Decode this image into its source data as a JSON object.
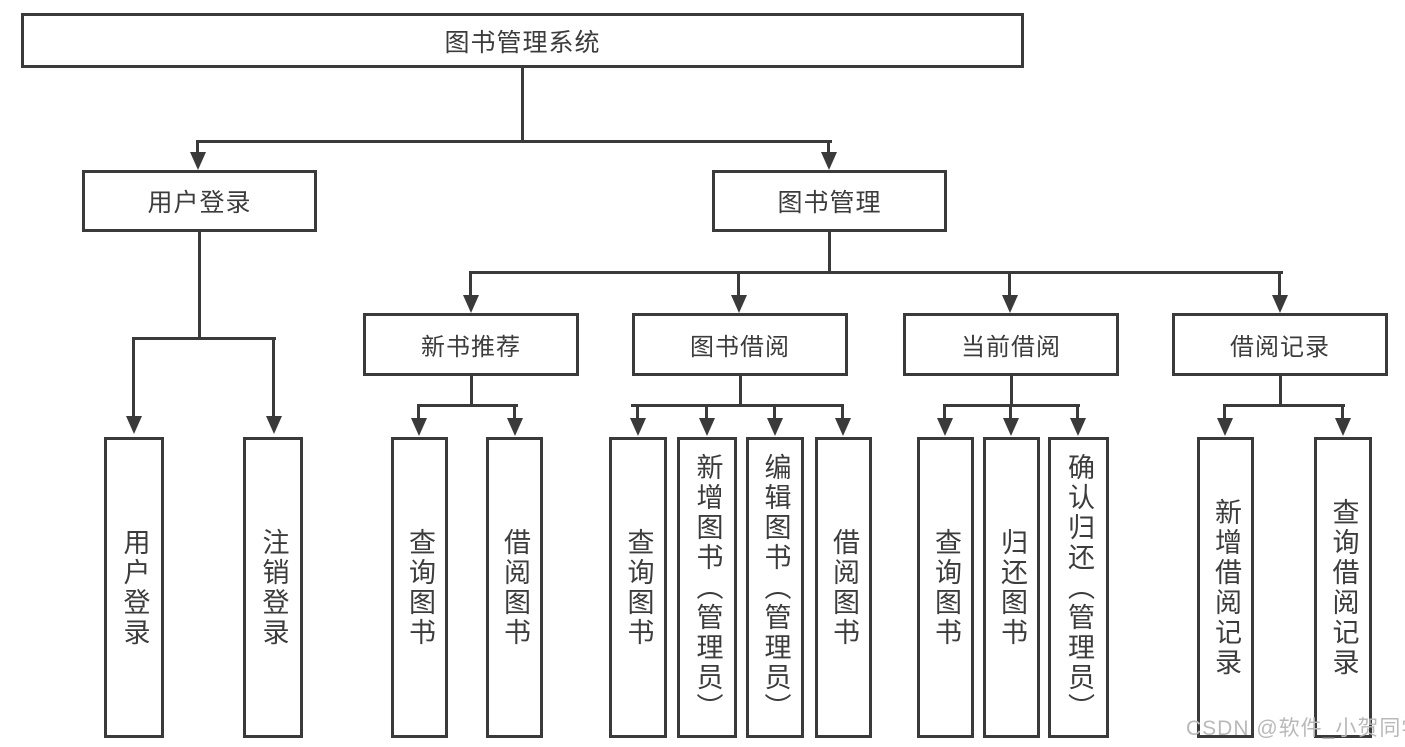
{
  "diagram": {
    "type": "tree",
    "title": "图书管理系统",
    "nodes": {
      "root": "图书管理系统",
      "level2": {
        "user_login": "用户登录",
        "book_management": "图书管理"
      },
      "level3": {
        "new_book_recommend": "新书推荐",
        "book_borrowing": "图书借阅",
        "current_borrowing": "当前借阅",
        "borrowing_records": "借阅记录"
      },
      "leaves": {
        "user_login": "用户登录",
        "logout": "注销登录",
        "recommend_query_books": "查询图书",
        "recommend_borrow_books": "借阅图书",
        "borrowing_query_books": "查询图书",
        "borrowing_add_books": "新增图书（管理员）",
        "borrowing_edit_books": "编辑图书（管理员）",
        "borrowing_borrow_books": "借阅图书",
        "current_query_books": "查询图书",
        "current_return_books": "归还图书",
        "current_confirm_return": "确认归还（管理员）",
        "records_add_record": "新增借阅记录",
        "records_query_record": "查询借阅记录"
      }
    },
    "colors": {
      "line": "#3a3a3a",
      "text": "#3c3c3c",
      "background": "#ffffff",
      "watermark": "#b9b9b9"
    },
    "watermark": "CSDN @软件_小贺同学"
  }
}
